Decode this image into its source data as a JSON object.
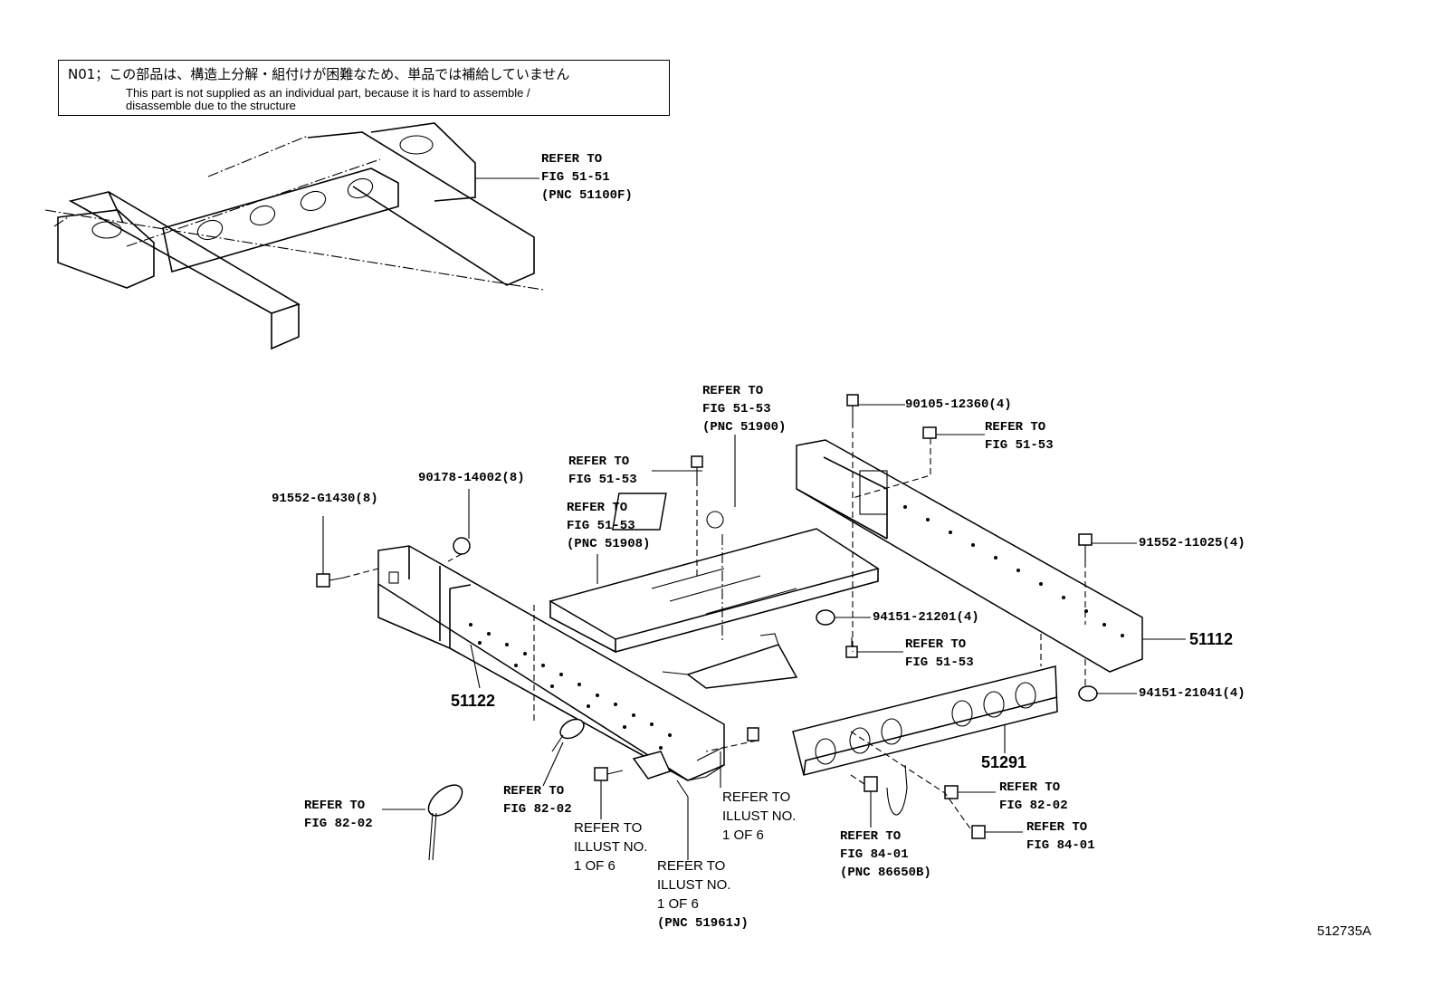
{
  "note": {
    "jp": "N01；この部品は、構造上分解・組付けが困難なため、単品では補給していません",
    "en_line1": "This part is not supplied as an individual part, because it is hard to assemble /",
    "en_line2": "disassemble due to the structure"
  },
  "labels": {
    "refer_top": "REFER TO\nFIG 51-51\n(PNC 51100F)",
    "refer_pnc51900": "REFER TO\nFIG 51-53\n(PNC 51900)",
    "refer_5153_a": "REFER TO\nFIG 51-53",
    "refer_pnc51908": "REFER TO\nFIG 51-53\n(PNC 51908)",
    "refer_5153_b": "REFER TO\nFIG 51-53",
    "refer_5153_c": "REFER TO\nFIG 51-53",
    "refer_8202_left": "REFER TO\nFIG 82-02",
    "refer_8202_mid": "REFER TO\nFIG 82-02",
    "refer_illust_a": "REFER TO\nILLUST NO.\n1 OF 6",
    "refer_illust_b": "REFER TO\nILLUST NO.\n1 OF 6",
    "refer_illust_c_text": "REFER TO\nILLUST NO.\n1 OF 6",
    "refer_illust_c_pnc": "(PNC 51961J)",
    "refer_8401_pnc": "REFER TO\nFIG 84-01\n(PNC 86650B)",
    "refer_8202_right": "REFER TO\nFIG 82-02",
    "refer_8401_right": "REFER TO\nFIG 84-01"
  },
  "part_numbers": {
    "p1": "90105-12360(4)",
    "p2": "91552-G1430(8)",
    "p3": "90178-14002(8)",
    "p4": "91552-11025(4)",
    "p5": "94151-21201(4)",
    "p6": "94151-21041(4)",
    "pnc_51112": "51112",
    "pnc_51122": "51122",
    "pnc_51291": "51291"
  },
  "figure_id": "512735A"
}
